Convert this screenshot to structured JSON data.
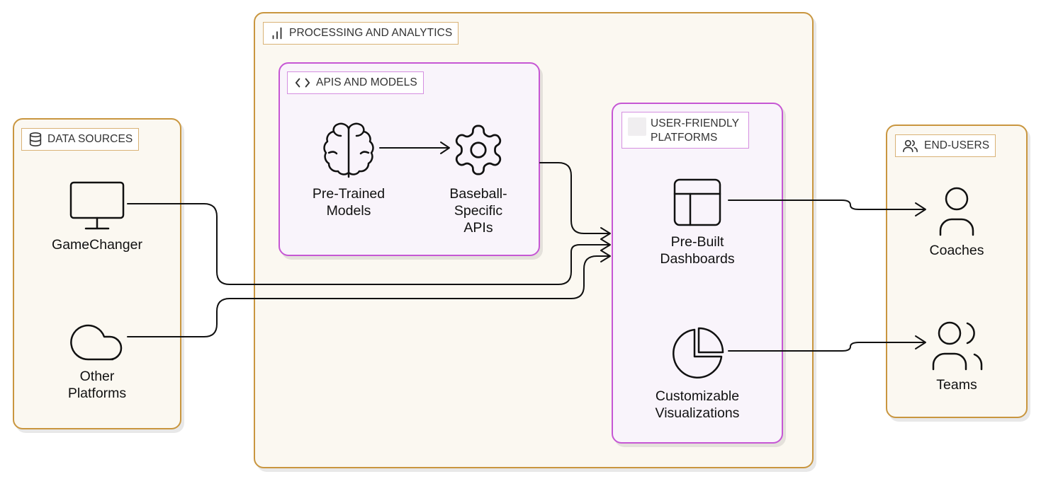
{
  "groups": {
    "data_sources": {
      "title": "DATA SOURCES",
      "icon": "database-icon"
    },
    "processing": {
      "title": "PROCESSING AND ANALYTICS",
      "icon": "bar-chart-icon"
    },
    "apis": {
      "title": "APIS AND MODELS",
      "icon": "code-icon"
    },
    "platforms": {
      "title": "USER-FRIENDLY\nPLATFORMS",
      "icon": "blank-icon"
    },
    "end_users": {
      "title": "END-USERS",
      "icon": "users-icon"
    }
  },
  "nodes": {
    "gamechanger": {
      "label": "GameChanger",
      "icon": "monitor-icon"
    },
    "other": {
      "label": "Other\nPlatforms",
      "icon": "cloud-icon"
    },
    "models": {
      "label": "Pre-Trained\nModels",
      "icon": "brain-icon"
    },
    "apis": {
      "label": "Baseball-\nSpecific\nAPIs",
      "icon": "gear-icon"
    },
    "dashboards": {
      "label": "Pre-Built\nDashboards",
      "icon": "layout-icon"
    },
    "visualizations": {
      "label": "Customizable\nVisualizations",
      "icon": "pie-chart-icon"
    },
    "coaches": {
      "label": "Coaches",
      "icon": "user-icon"
    },
    "teams": {
      "label": "Teams",
      "icon": "users-icon"
    }
  },
  "colors": {
    "group_border": "#c9963f",
    "subgroup_border": "#c657d4",
    "group_fill": "#fbf8f1",
    "subgroup_fill": "#f9f4fb",
    "line": "#111111"
  }
}
